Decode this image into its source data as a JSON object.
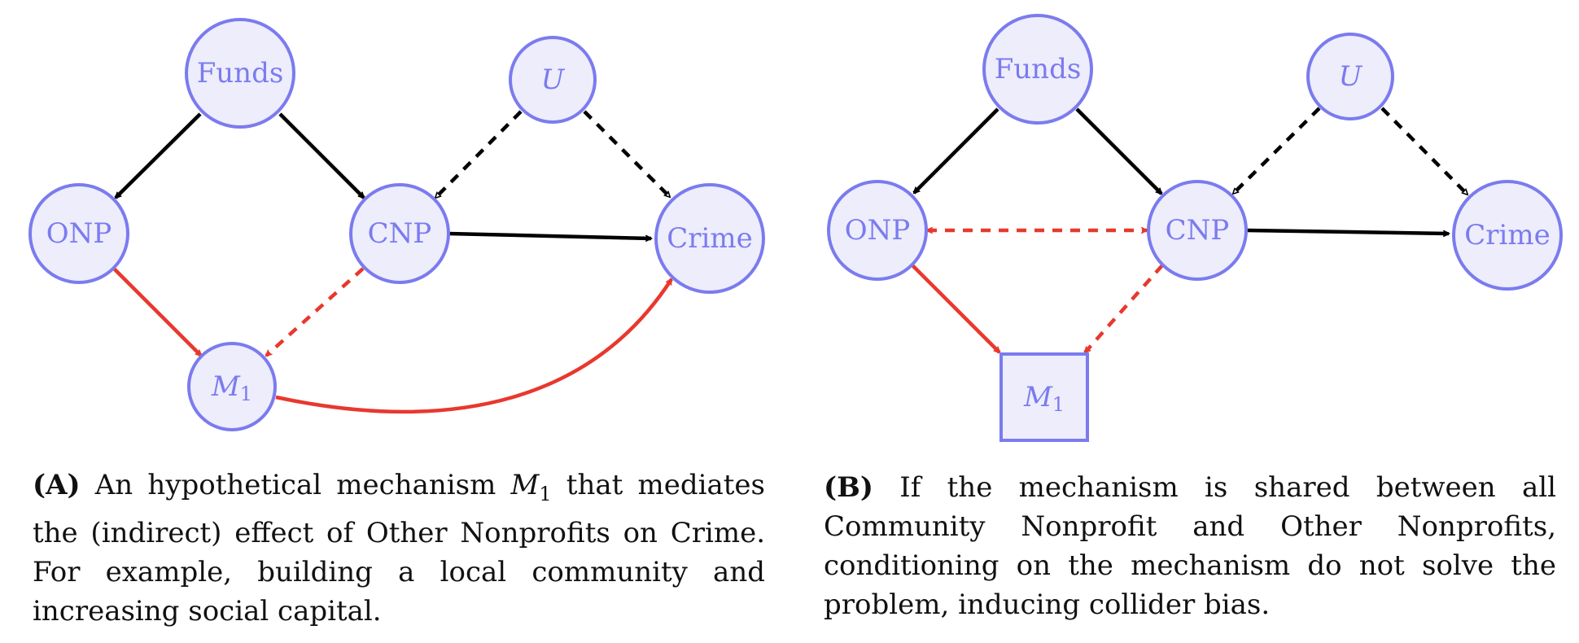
{
  "diagram_a": {
    "nodes": {
      "funds": "Funds",
      "u": "U",
      "onp": "ONP",
      "cnp": "CNP",
      "crime": "Crime",
      "m1": "M",
      "m1_sub": "1"
    }
  },
  "diagram_b": {
    "nodes": {
      "funds": "Funds",
      "u": "U",
      "onp": "ONP",
      "cnp": "CNP",
      "crime": "Crime",
      "m1": "M",
      "m1_sub": "1"
    }
  },
  "captions": {
    "a": {
      "tag": "(A)",
      "text_1": " An hypothetical mechanism ",
      "math": "M",
      "math_sub": "1",
      "text_2": " that mediates the (indirect) effect of Other Nonprofits on Crime. For example, building a local community and increasing social capital."
    },
    "b": {
      "tag": "(B)",
      "text": " If the mechanism is shared between all Community Nonprofit and Other Nonprofits, conditioning on the mechanism do not solve the problem, inducing collider bias."
    }
  },
  "colors": {
    "node_fill": "#ededfc",
    "node_stroke": "#7b7bef",
    "edge_causal": "#000000",
    "edge_mechanism": "#e8382e"
  }
}
